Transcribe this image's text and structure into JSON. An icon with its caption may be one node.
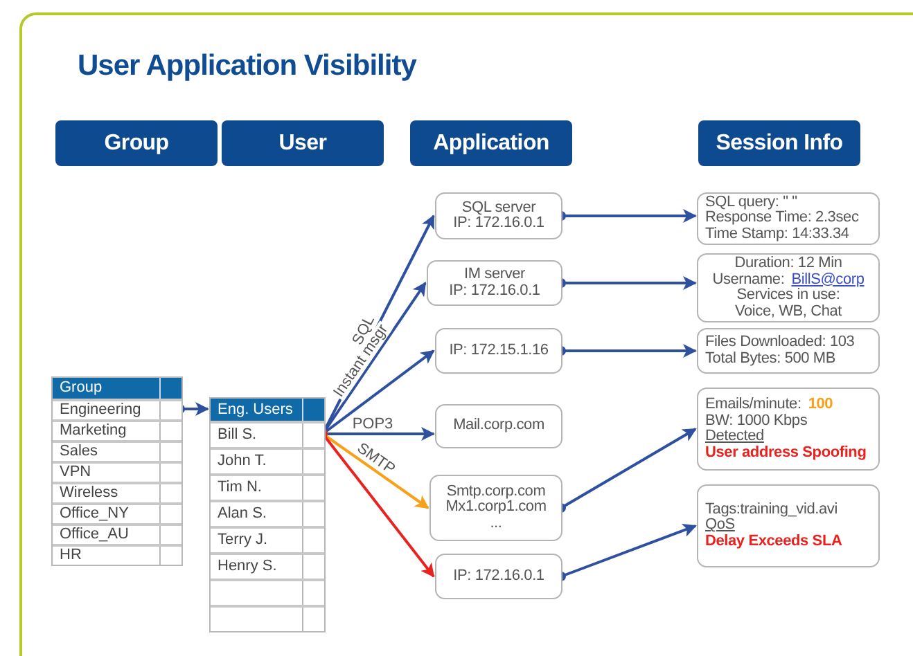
{
  "diagram": {
    "title": "User Application Visibility",
    "nodes": [
      {
        "text": [
          "Group"
        ]
      },
      {
        "text": [
          "User"
        ]
      },
      {
        "text": [
          "Application"
        ]
      },
      {
        "text": [
          "Session Info"
        ]
      },
      {
        "text": [
          "Group"
        ]
      },
      {
        "text": [
          "Engineering"
        ],
        "in": 4
      },
      {
        "text": [
          "Marketing"
        ],
        "in": 4
      },
      {
        "text": [
          "Sales"
        ],
        "in": 4
      },
      {
        "text": [
          "VPN"
        ],
        "in": 4
      },
      {
        "text": [
          "Wireless"
        ],
        "in": 4
      },
      {
        "text": [
          "Office_NY"
        ],
        "in": 4
      },
      {
        "text": [
          "Office_AU"
        ],
        "in": 4
      },
      {
        "text": [
          "HR"
        ],
        "in": 4
      },
      {
        "text": [
          "Eng. Users"
        ]
      },
      {
        "text": [
          "Bill S."
        ],
        "in": 13
      },
      {
        "text": [
          "John T."
        ],
        "in": 13
      },
      {
        "text": [
          "Tim N."
        ],
        "in": 13
      },
      {
        "text": [
          "Alan S."
        ],
        "in": 13
      },
      {
        "text": [
          "Terry J."
        ],
        "in": 13
      },
      {
        "text": [
          "Henry S."
        ],
        "in": 13
      },
      {
        "text": [],
        "shape": "box",
        "in": 13
      },
      {
        "text": [],
        "shape": "box",
        "in": 13
      },
      {
        "text": [
          "SQL server",
          "IP: 172.16.0.1"
        ]
      },
      {
        "text": [
          "IM server",
          "IP: 172.16.0.1"
        ]
      },
      {
        "text": [
          "IP: 172.15.1.16"
        ]
      },
      {
        "text": [
          "Mail.corp.com"
        ]
      },
      {
        "text": [
          "Smtp.corp.com",
          "Mx1.corp1.com",
          "..."
        ]
      },
      {
        "text": [
          "IP: 172.16.0.1"
        ]
      },
      {
        "text": [
          "SQL query: \" \"",
          "Response Time:  2.3sec",
          "Time Stamp:  14:33.34"
        ]
      },
      {
        "text": [
          "Duration:  12 Min",
          "Username:",
          "BillS@corp",
          "Services in use:",
          "Voice, WB, Chat"
        ]
      },
      {
        "text": [
          "Files Downloaded: 103",
          "Total Bytes:  500 MB"
        ]
      },
      {
        "text": [
          "Emails/minute:",
          "100",
          "BW: 1000 Kbps",
          "Detected",
          "User address Spoofing"
        ]
      },
      {
        "text": [
          "Tags:training_vid.avi",
          "QoS",
          "Delay Exceeds SLA"
        ]
      }
    ],
    "edges": [
      {
        "from": 5,
        "to": 13,
        "arrow": "to"
      },
      {
        "from": 14,
        "to": 22,
        "arrow": "to",
        "label": "SQL"
      },
      {
        "from": 14,
        "to": 23,
        "arrow": "to",
        "label": "Instant msgr"
      },
      {
        "from": 14,
        "to": 24,
        "arrow": "to"
      },
      {
        "from": 14,
        "to": 25,
        "arrow": "to",
        "label": "POP3"
      },
      {
        "from": 14,
        "to": 26,
        "arrow": "to",
        "label": "SMTP",
        "color": "#f7a11a"
      },
      {
        "from": 14,
        "to": 27,
        "arrow": "to",
        "color": "#e8231f"
      },
      {
        "from": 22,
        "to": 28,
        "arrow": "to"
      },
      {
        "from": 23,
        "to": 29,
        "arrow": "to"
      },
      {
        "from": 24,
        "to": 30,
        "arrow": "to"
      },
      {
        "from": 26,
        "to": 31,
        "arrow": "to"
      },
      {
        "from": 27,
        "to": 32,
        "arrow": "to"
      }
    ]
  }
}
